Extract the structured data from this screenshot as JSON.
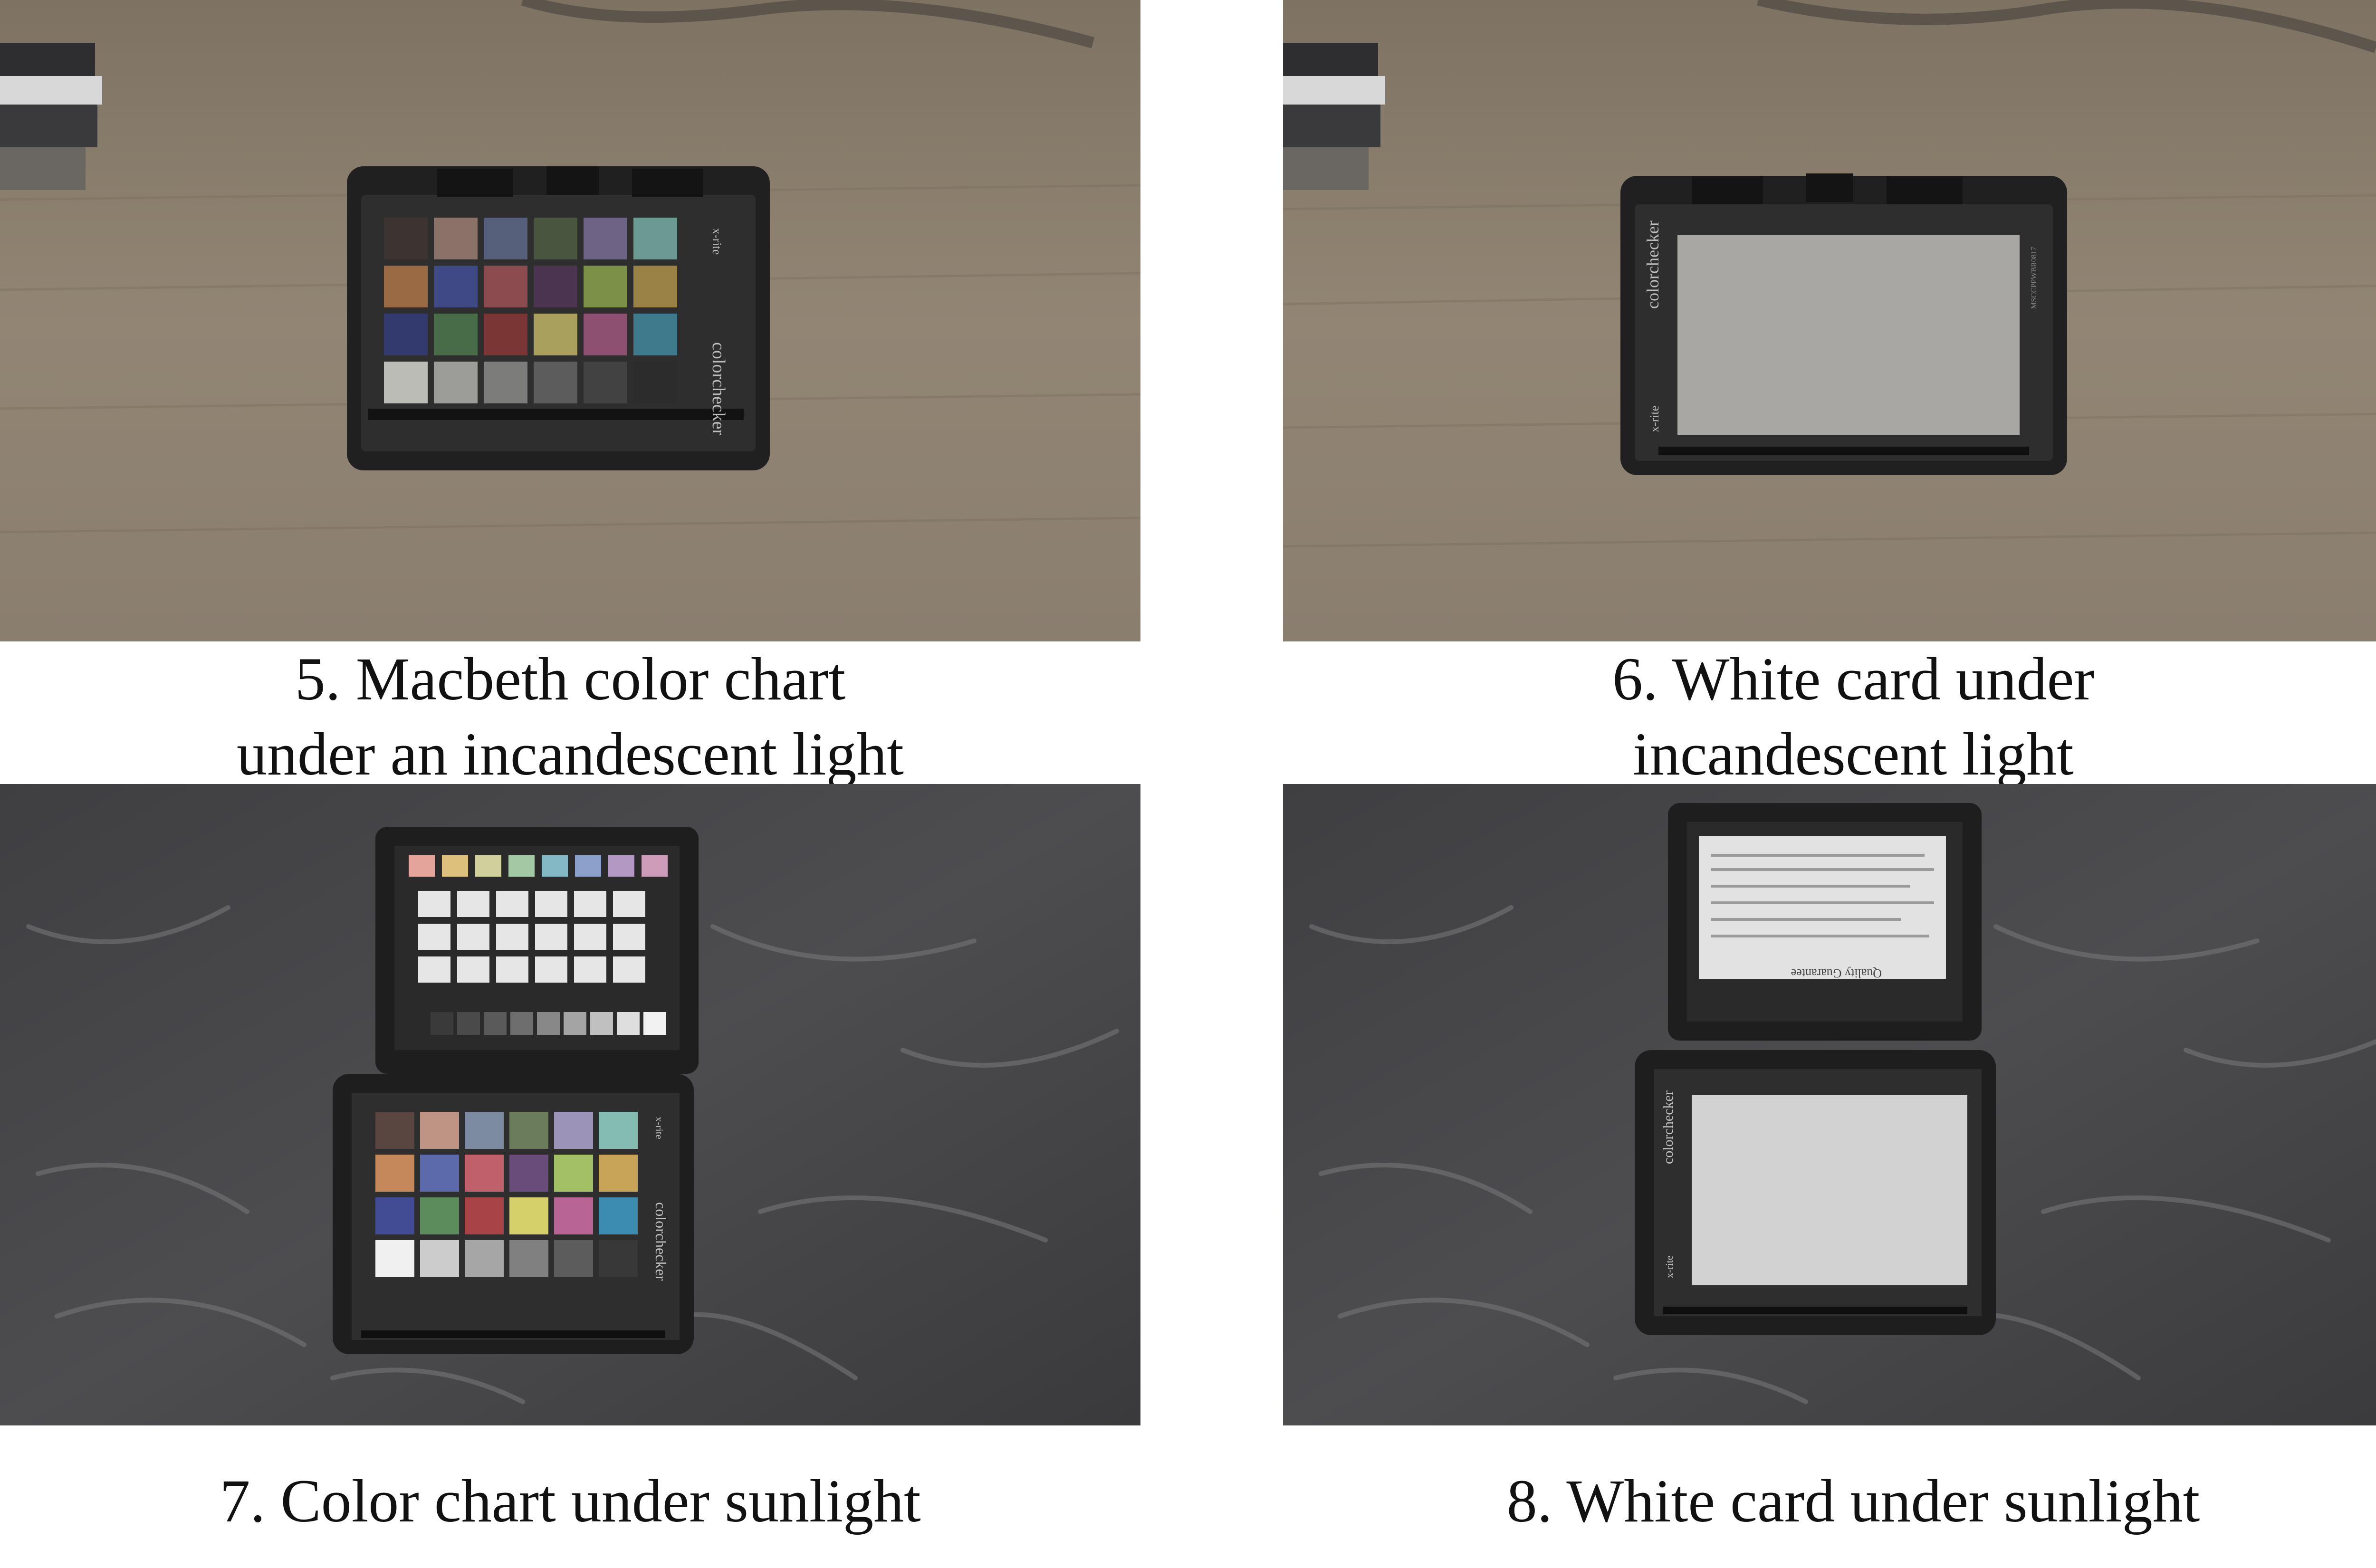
{
  "panels": [
    {
      "id": "p5",
      "caption_lines": [
        "5. Macbeth color chart",
        "under an incandescent light"
      ],
      "background": "wood-desk",
      "card_content": "colorchecker-classic"
    },
    {
      "id": "p6",
      "caption_lines": [
        "6. White card under",
        "incandescent light"
      ],
      "background": "wood-desk",
      "card_content": "white-balance-card"
    },
    {
      "id": "p7",
      "caption_lines": [
        "7. Color chart under sunlight"
      ],
      "background": "dark-satin-cloth",
      "card_content": "colorchecker-passport-open"
    },
    {
      "id": "p8",
      "caption_lines": [
        "8. White card under sunlight"
      ],
      "background": "dark-satin-cloth",
      "card_content": "white-balance-card-open"
    }
  ],
  "card_print": {
    "brand": "x-rite",
    "product": "colorchecker",
    "serial": "MSCCPPWBR0817",
    "quality_heading": "Quality Guarantee"
  },
  "colors": {
    "wood_desk": "#8f8373",
    "satin_cloth": "#4a4a4c",
    "card_body": "#262626",
    "card_face": "#343434"
  },
  "swatches": {
    "incandescent": [
      "#3d3330",
      "#8a7268",
      "#57607a",
      "#485640",
      "#6e6285",
      "#6a9a92",
      "#9a6a44",
      "#3f4a84",
      "#8a4c4e",
      "#4a3450",
      "#7c9048",
      "#9a8246",
      "#323a6e",
      "#486c48",
      "#7a3634",
      "#a8a05c",
      "#8e5070",
      "#3e7a8c",
      "#bcbcb6",
      "#9c9c98",
      "#7c7c7a",
      "#5c5c5c",
      "#424242",
      "#2c2c2c"
    ],
    "sunlight": [
      "#5a4640",
      "#c09484",
      "#7c8aa2",
      "#6a7c5a",
      "#9c94b8",
      "#84bcb2",
      "#c4885a",
      "#5c6aac",
      "#c0606a",
      "#6a4c7a",
      "#a4c064",
      "#c8a458",
      "#424c94",
      "#5c8c5c",
      "#a84448",
      "#d6d06a",
      "#b86494",
      "#3c8cb0",
      "#f0f0f0",
      "#cccccc",
      "#a6a6a6",
      "#808080",
      "#5c5c5c",
      "#383838"
    ],
    "sunlight_top_row": [
      "#e4a49c",
      "#dcc07c",
      "#d0d09c",
      "#a4c8a4",
      "#84b8c4",
      "#8ca0cc",
      "#b498c4",
      "#cc9cb8"
    ],
    "sunlight_gray_row": [
      "#2a2a2a",
      "#3a3a3a",
      "#4a4a4a",
      "#5a5a5a",
      "#6e6e6e",
      "#888888",
      "#a4a4a4",
      "#c0c0c0",
      "#dedede",
      "#f2f2f2"
    ]
  }
}
